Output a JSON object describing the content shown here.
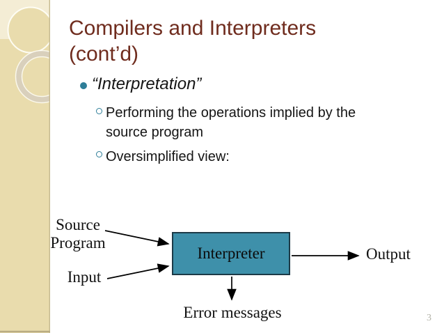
{
  "slide": {
    "title_line1": "Compilers and Interpreters",
    "title_line2": "(cont’d)",
    "page_number": "3"
  },
  "bullets": {
    "level1": "“Interpretation”",
    "sub1": "Performing the operations implied by the source program",
    "sub2": "Oversimplified view:"
  },
  "diagram": {
    "source_program_line1": "Source",
    "source_program_line2": "Program",
    "input_label": "Input",
    "box_label": "Interpreter",
    "output_label": "Output",
    "error_label": "Error messages"
  },
  "icons": {
    "bullet": "filled-circle",
    "sub_bullet": "open-circle",
    "sidebar_decoration": "concentric-circles"
  },
  "colors": {
    "title_text": "#6f2c1e",
    "accent_teal": "#2e7e98",
    "box_fill": "#3e90aa",
    "box_border": "#1c3a47",
    "sidebar_base": "#e9dcad",
    "sidebar_light": "#f4edd5",
    "page_number": "#b1b1a6"
  }
}
